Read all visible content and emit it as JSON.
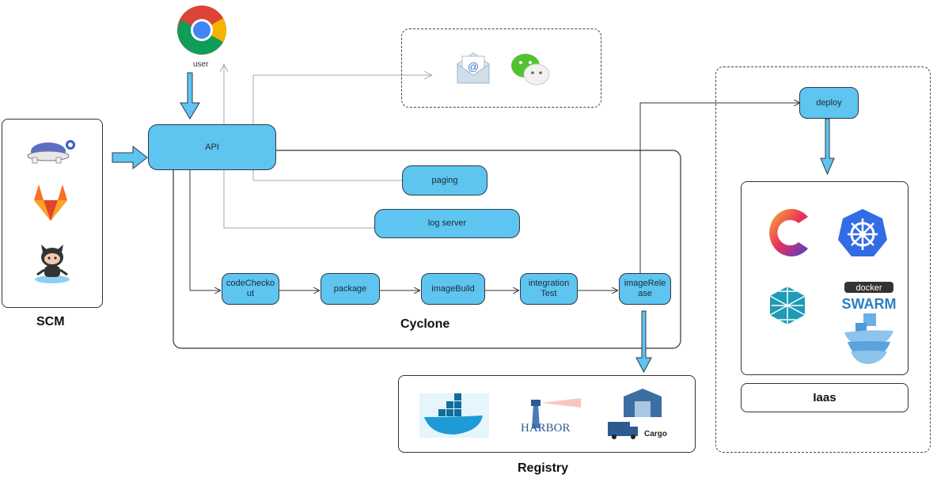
{
  "labels": {
    "scm": "SCM",
    "cyclone": "Cyclone",
    "registry": "Registry",
    "iaas": "Iaas",
    "user": "user",
    "harbor": "HARBOR",
    "cargo": "Cargo",
    "docker": "docker",
    "swarm": "SWARM"
  },
  "nodes": {
    "api": "API",
    "paging": "paging",
    "log_server": "log server",
    "code_checkout": "codeChecko ut",
    "package": "package",
    "image_build": "imageBuild",
    "integration_test": "integration Test",
    "image_release": "imageRele ase",
    "deploy": "deploy"
  },
  "colors": {
    "node_fill": "#5ec4f0",
    "arrow_fill": "#5ec4f0",
    "line": "#333333",
    "thin_line": "#aaaaaa"
  },
  "icons": {
    "browser": "chrome-icon",
    "scm": [
      "svn-turtle-icon",
      "gitlab-icon",
      "github-octocat-icon"
    ],
    "notify": [
      "email-icon",
      "wechat-icon"
    ],
    "registry": [
      "docker-hub-icon",
      "harbor-icon",
      "cargo-icon"
    ],
    "iaas": [
      "caicloud-icon",
      "kubernetes-icon",
      "mesos-icon",
      "docker-swarm-icon"
    ]
  }
}
